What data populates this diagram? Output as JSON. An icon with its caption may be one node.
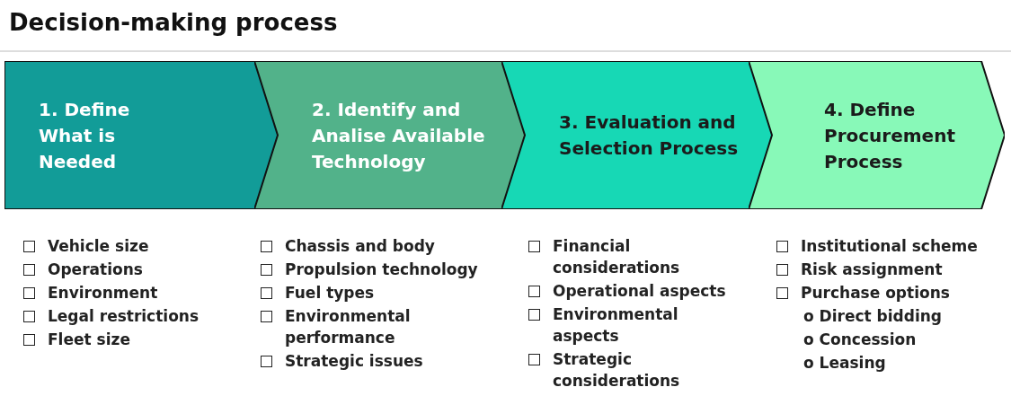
{
  "diagram": {
    "title": "Decision-making process",
    "nodes": [
      {
        "text": [
          "1. Define What is Needed"
        ],
        "beside": [
          "Vehicle size",
          "Operations",
          "Environment",
          "Legal restrictions",
          "Fleet size"
        ]
      },
      {
        "text": [
          "2. Identify and Analise Available Technology"
        ],
        "beside": [
          "Chassis and body",
          "Propulsion technology",
          "Fuel types",
          "Environmental performance",
          "Strategic issues"
        ]
      },
      {
        "text": [
          "3. Evaluation and Selection Process"
        ],
        "beside": [
          "Financial considerations",
          "Operational aspects",
          "Environmental aspects",
          "Strategic considerations"
        ]
      },
      {
        "text": [
          "4. Define Procurement Process"
        ],
        "beside": [
          "Institutional scheme",
          "Risk assignment",
          "Purchase options",
          "o Direct bidding",
          "o Concession",
          "o Leasing"
        ]
      }
    ],
    "edges": []
  }
}
